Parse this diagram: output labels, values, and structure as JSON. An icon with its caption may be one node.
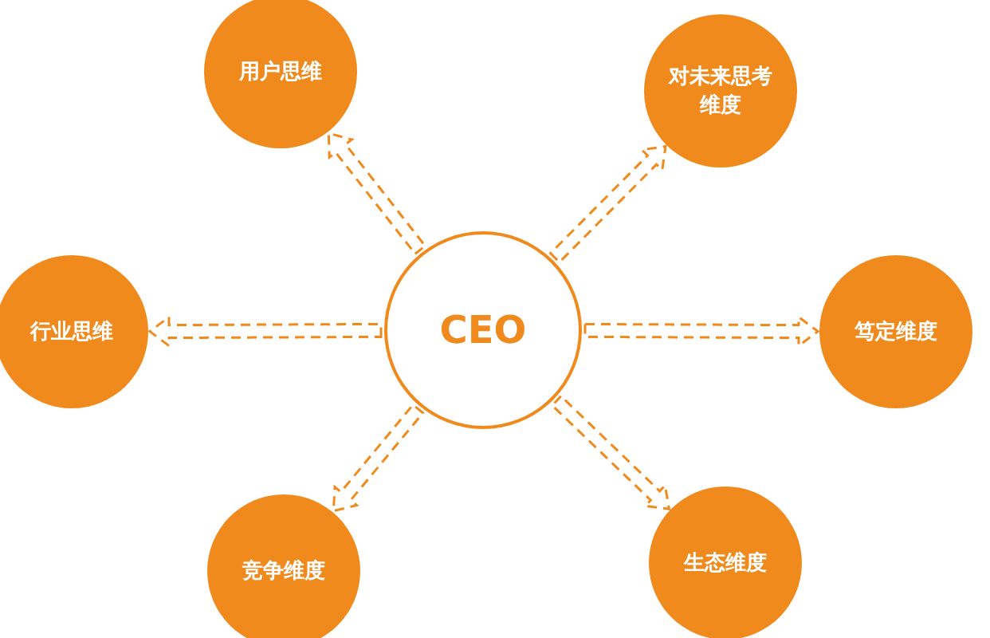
{
  "diagram": {
    "nodes": [
      {
        "text": [
          "CEO"
        ]
      },
      {
        "text": [
          "用户思维"
        ]
      },
      {
        "text": [
          "对未来思考维度"
        ]
      },
      {
        "text": [
          "行业思维"
        ]
      },
      {
        "text": [
          "笃定维度"
        ]
      },
      {
        "text": [
          "竞争维度"
        ]
      },
      {
        "text": [
          "生态维度"
        ]
      }
    ],
    "edges": [
      {
        "from": 0,
        "to": 1,
        "arrow": "to",
        "style": "dashed"
      },
      {
        "from": 0,
        "to": 2,
        "arrow": "to",
        "style": "dashed"
      },
      {
        "from": 0,
        "to": 3,
        "arrow": "to",
        "style": "dashed"
      },
      {
        "from": 0,
        "to": 4,
        "arrow": "to",
        "style": "dashed"
      },
      {
        "from": 0,
        "to": 5,
        "arrow": "to",
        "style": "dashed"
      },
      {
        "from": 0,
        "to": 6,
        "arrow": "to",
        "style": "dashed"
      }
    ]
  }
}
